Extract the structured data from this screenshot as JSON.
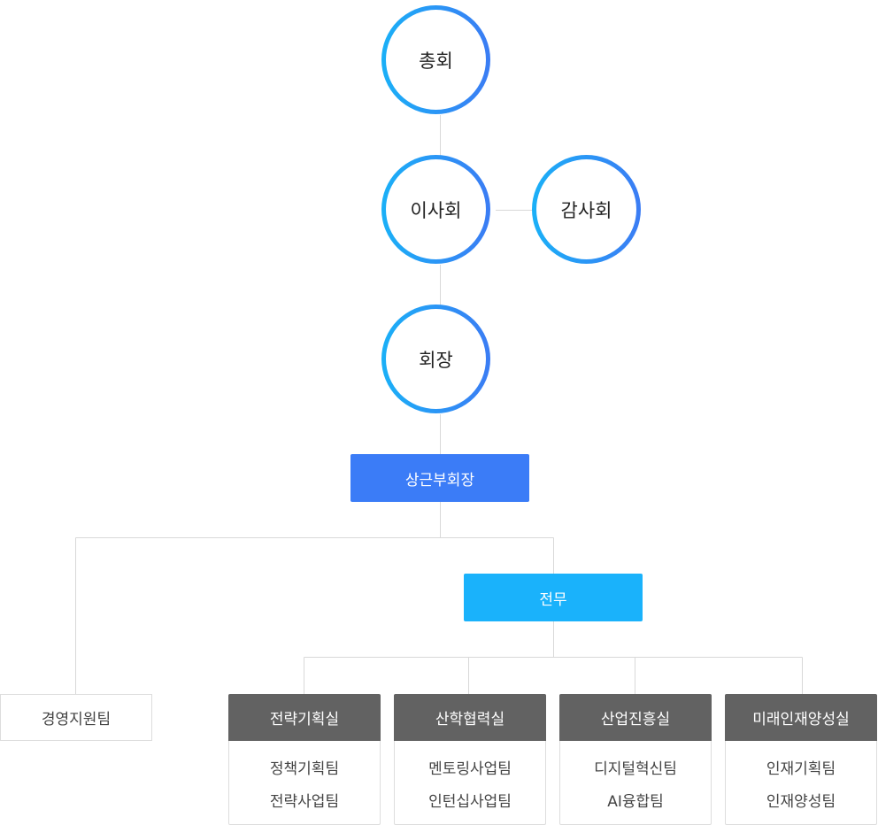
{
  "top": {
    "general_assembly": "총회",
    "board": "이사회",
    "auditor": "감사회",
    "chairman": "회장"
  },
  "vice_chairman": "상근부회장",
  "director": "전무",
  "support_team": "경영지원팀",
  "departments": [
    {
      "name": "전략기획실",
      "teams": [
        "정책기획팀",
        "전략사업팀"
      ]
    },
    {
      "name": "산학협력실",
      "teams": [
        "멘토링사업팀",
        "인턴십사업팀"
      ]
    },
    {
      "name": "산업진흥실",
      "teams": [
        "디지털혁신팀",
        "AI융합팀"
      ]
    },
    {
      "name": "미래인재양성실",
      "teams": [
        "인재기획팀",
        "인재양성팀"
      ]
    }
  ],
  "colors": {
    "circle_gradient_start": "#1ab0f7",
    "circle_gradient_end": "#3b7cf4",
    "vice_chairman_box": "#3b7cf7",
    "director_box": "#1ab2fb",
    "department_header": "#626262",
    "connector_line": "#d9d9d9"
  }
}
